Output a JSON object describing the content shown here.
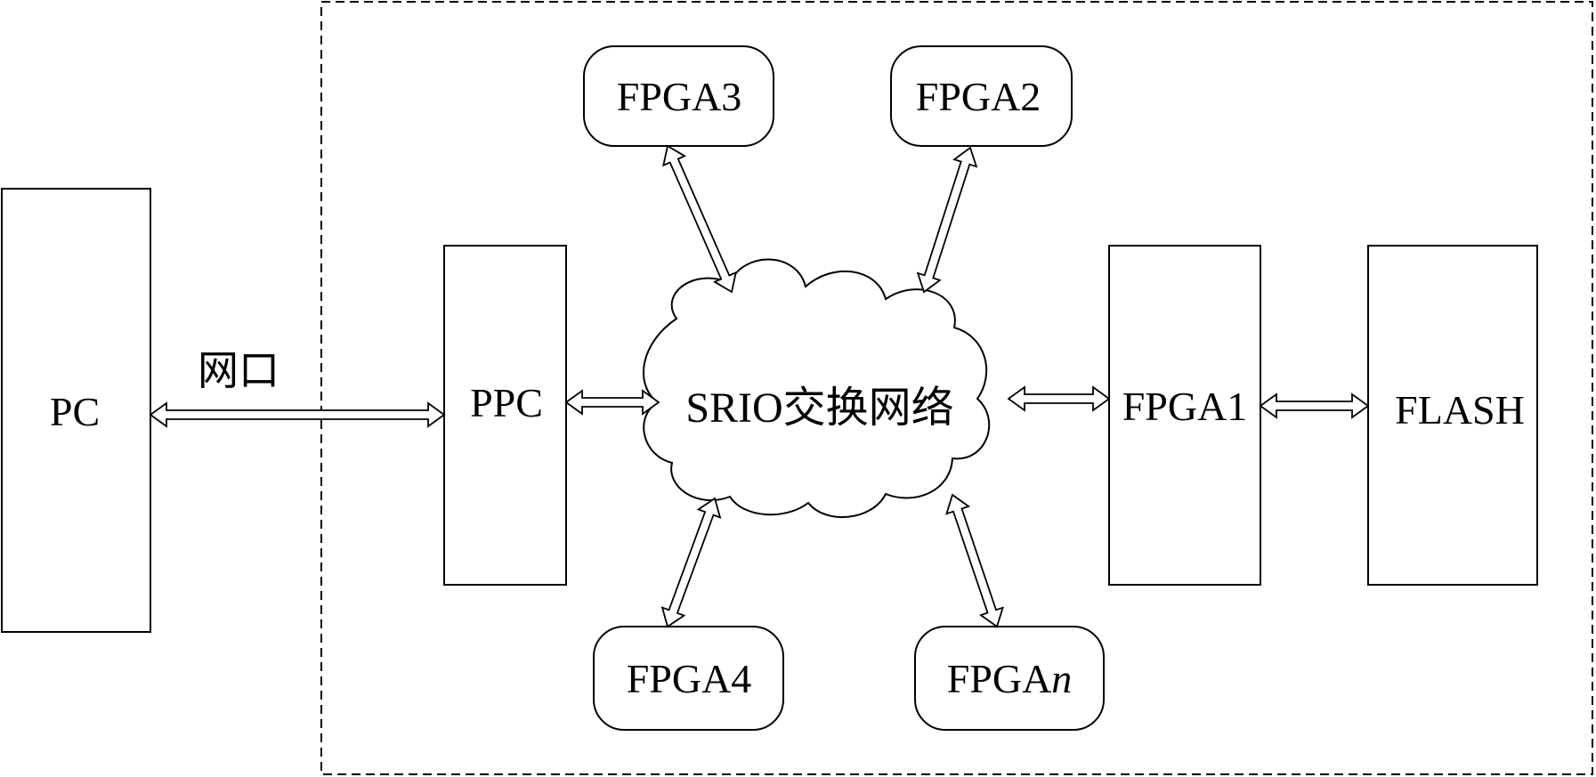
{
  "nodes": {
    "pc": "PC",
    "ppc": "PPC",
    "network": "SRIO交换网络",
    "fpga1": "FPGA1",
    "fpga2": "FPGA2",
    "fpga3": "FPGA3",
    "fpga4": "FPGA4",
    "fpgan_prefix": "FPGA",
    "fpgan_suffix": "n",
    "flash": "FLASH"
  },
  "links": {
    "pc_ppc_label": "网口"
  }
}
